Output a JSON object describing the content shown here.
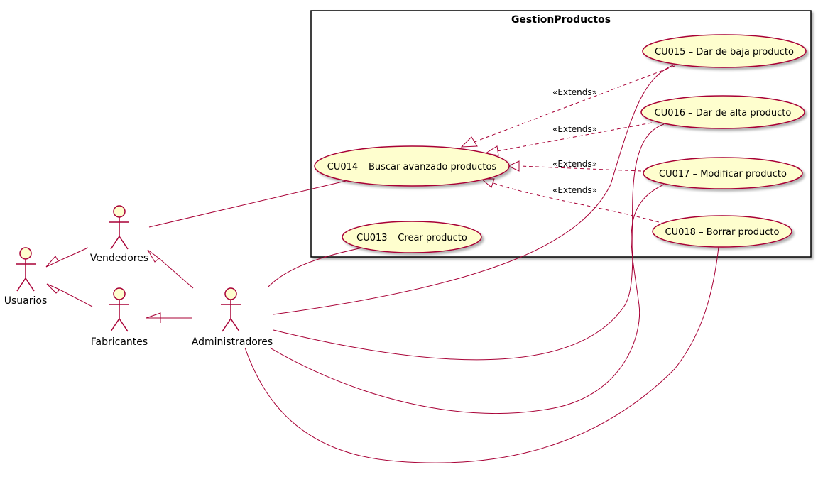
{
  "package": {
    "title": "GestionProductos"
  },
  "actors": {
    "usuarios": "Usuarios",
    "vendedores": "Vendedores",
    "fabricantes": "Fabricantes",
    "administradores": "Administradores"
  },
  "use_cases": {
    "cu013": "CU013 – Crear producto",
    "cu014": "CU014 – Buscar avanzado productos",
    "cu015": "CU015 – Dar de baja producto",
    "cu016": "CU016 – Dar de alta producto",
    "cu017": "CU017 – Modificar producto",
    "cu018": "CU018 – Borrar producto"
  },
  "relations": {
    "extends_1": "«Extends»",
    "extends_2": "«Extends»",
    "extends_3": "«Extends»",
    "extends_4": "«Extends»"
  },
  "colors": {
    "line": "#a80036",
    "usecase_fill": "#fefece",
    "actor_fill": "#fefece"
  }
}
